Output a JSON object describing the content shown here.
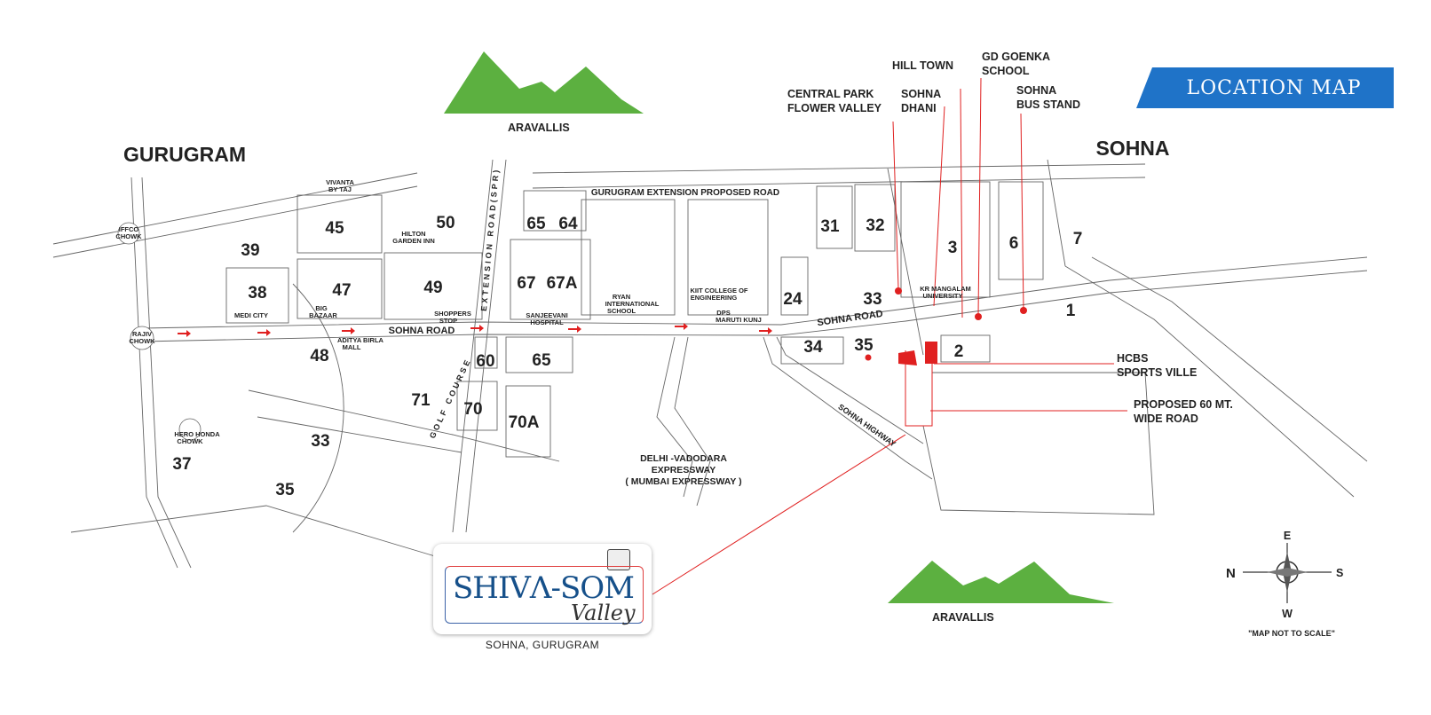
{
  "banner": "LOCATION MAP",
  "headings": {
    "gurugram": "GURUGRAM",
    "sohna": "SOHNA",
    "aravallis_top": "ARAVALLIS",
    "aravallis_bottom": "ARAVALLIS"
  },
  "sectors": [
    "45",
    "50",
    "39",
    "38",
    "47",
    "49",
    "48",
    "65",
    "64",
    "67",
    "67A",
    "60",
    "65",
    "71",
    "70",
    "70A",
    "33",
    "37",
    "35",
    "31",
    "32",
    "3",
    "6",
    "7",
    "24",
    "33",
    "34",
    "35",
    "1",
    "2"
  ],
  "landmarks": {
    "vivanta1": "VIVANTA",
    "vivanta2": "BY TAJ",
    "iffco1": "IFFCO",
    "iffco2": "CHOWK",
    "rajiv1": "RAJIV",
    "rajiv2": "CHOWK",
    "hero1": "HERO HONDA",
    "hero2": "CHOWK",
    "hilton1": "HILTON",
    "hilton2": "GARDEN INN",
    "medi": "MEDI CITY",
    "big1": "BIG",
    "big2": "BAZAAR",
    "shop1": "SHOPPERS",
    "shop2": "STOP",
    "sanj1": "SANJEEVANI",
    "sanj2": "HOSPITAL",
    "aditya1": "ADITYA BIRLA",
    "aditya2": "MALL",
    "ryan1": "RYAN",
    "ryan2": "INTERNATIONAL",
    "ryan3": "SCHOOL",
    "kiit1": "KIIT COLLEGE OF",
    "kiit2": "ENGINEERING",
    "dps1": "DPS",
    "dps2": "MARUTI KUNJ",
    "krm1": "KR MANGALAM",
    "krm2": "UNIVERSITY"
  },
  "roads": {
    "sohna_road": "SOHNA ROAD",
    "sohna_road2": "SOHNA ROAD",
    "ext_proposed": "GURUGRAM EXTENSION PROPOSED ROAD",
    "spr": "EXTENSION ROAD(SPR)",
    "golf": "GOLF COURSE",
    "highway": "SOHNA HIGHWAY",
    "expressway1": "DELHI -VADODARA",
    "expressway2": "EXPRESSWAY",
    "expressway3": "( MUMBAI EXPRESSWAY )"
  },
  "callouts": {
    "cp1": "CENTRAL PARK",
    "cp2": "FLOWER VALLEY",
    "sd1": "SOHNA",
    "sd2": "DHANI",
    "hill": "HILL TOWN",
    "gd1": "GD GOENKA",
    "gd2": "SCHOOL",
    "bus1": "SOHNA",
    "bus2": "BUS STAND",
    "hcbs1": "HCBS",
    "hcbs2": "SPORTS VILLE",
    "prop1": "PROPOSED 60 MT.",
    "prop2": "WIDE ROAD"
  },
  "logo": {
    "name": "SHIVΛ-SOM",
    "sub": "Valley",
    "caption": "SOHNA, GURUGRAM"
  },
  "compass": {
    "e": "E",
    "w": "W",
    "n": "N",
    "s": "S",
    "note": "\"MAP NOT TO SCALE\""
  },
  "colors": {
    "banner": "#1f73c8",
    "accent": "#e02020",
    "hills": "#5cb040",
    "logo_text": "#16508a"
  }
}
